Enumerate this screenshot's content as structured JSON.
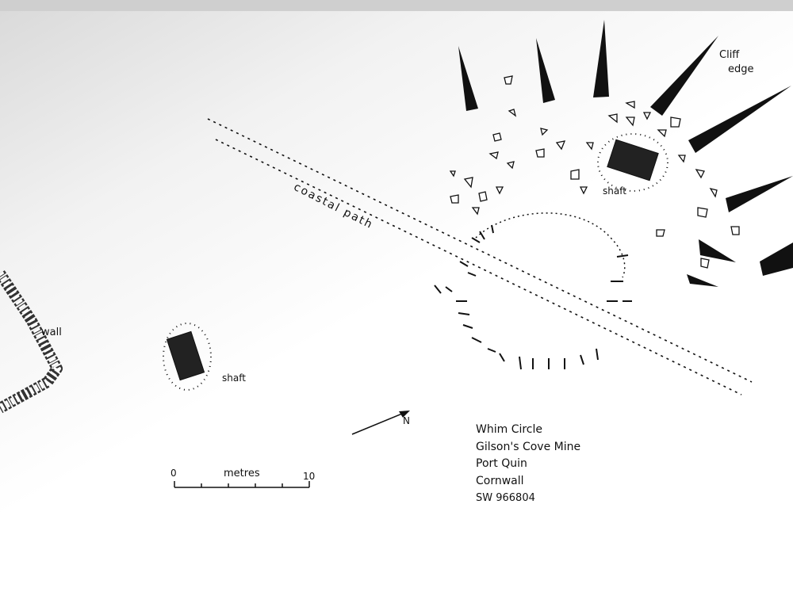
{
  "labels": {
    "cliff_line1": "Cliff",
    "cliff_line2": "edge",
    "coastal_path": "coastal path",
    "shaft_upper": "shaft",
    "shaft_lower": "shaft",
    "wall": "wall",
    "north": "N"
  },
  "scale_bar": {
    "start": "0",
    "unit": "metres",
    "end": "10"
  },
  "site_info": {
    "name": "Whim Circle",
    "mine": "Gilson's Cove Mine",
    "place": "Port Quin",
    "county": "Cornwall",
    "grid_ref": "SW 966804"
  },
  "colors": {
    "ink": "#111111",
    "paper": "#ffffff",
    "scan_shade": "#e6e6e6"
  }
}
